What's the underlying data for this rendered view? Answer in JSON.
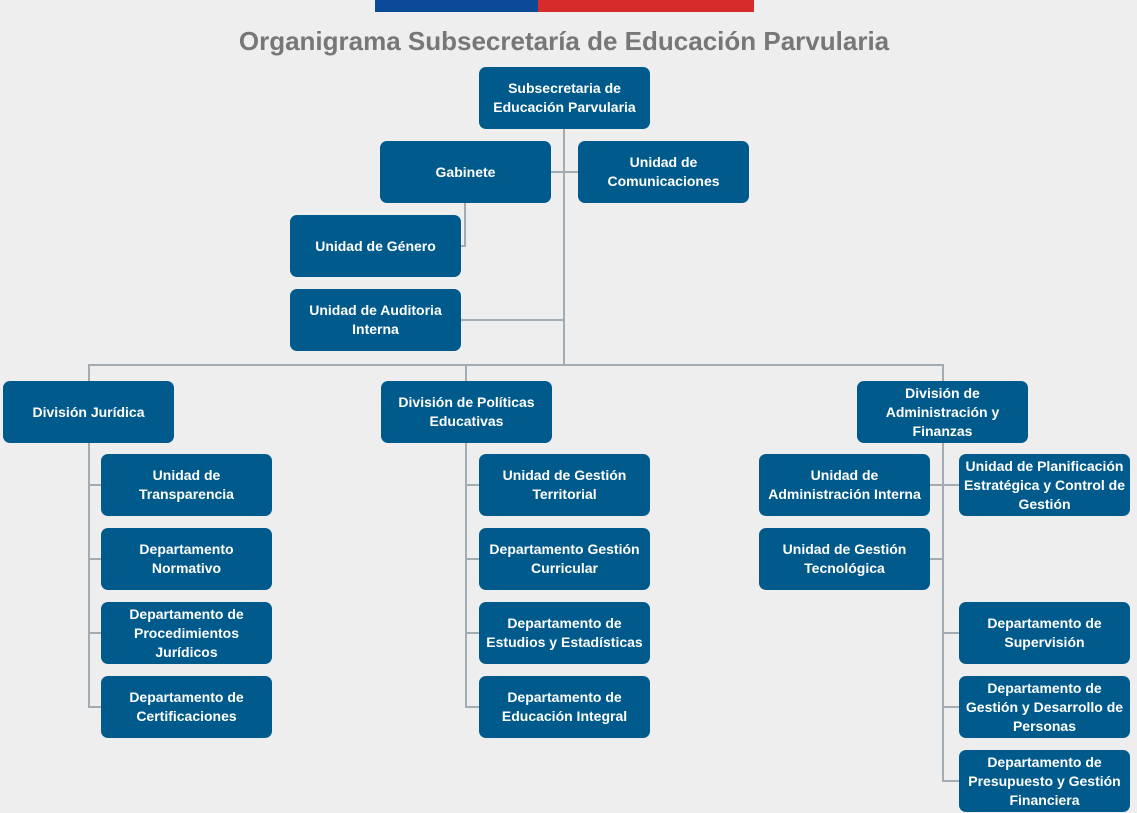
{
  "colors": {
    "flag_blue": "#0b4a98",
    "flag_red": "#d72a2a",
    "box": "#005a8c",
    "line": "#a3abb3"
  },
  "title": "Organigrama Subsecretaría de Educación Parvularia",
  "root": "Subsecretaria de Educación Parvularia",
  "staff": {
    "gabinete": "Gabinete",
    "comunicaciones": "Unidad de Comunicaciones",
    "genero": "Unidad de Género",
    "auditoria": "Unidad de Auditoria Interna"
  },
  "divisions": [
    {
      "name": "División Jurídica",
      "units": [
        "Unidad de Transparencia",
        "Departamento Normativo",
        "Departamento de Procedimientos Jurídicos",
        "Departamento de Certificaciones"
      ]
    },
    {
      "name": "División de Políticas Educativas",
      "units": [
        "Unidad de Gestión Territorial",
        "Departamento Gestión Curricular",
        "Departamento de Estudios y Estadísticas",
        "Departamento de Educación Integral"
      ]
    },
    {
      "name": "División de Administración y Finanzas",
      "units": [
        "Unidad de Administración Interna",
        "Unidad de Gestión Tecnológica",
        "Unidad de Planificación Estratégica y Control de Gestión",
        "Departamento de Supervisión",
        "Departamento de Gestión y Desarrollo de Personas",
        "Departamento de Presupuesto y Gestión Financiera"
      ]
    }
  ]
}
